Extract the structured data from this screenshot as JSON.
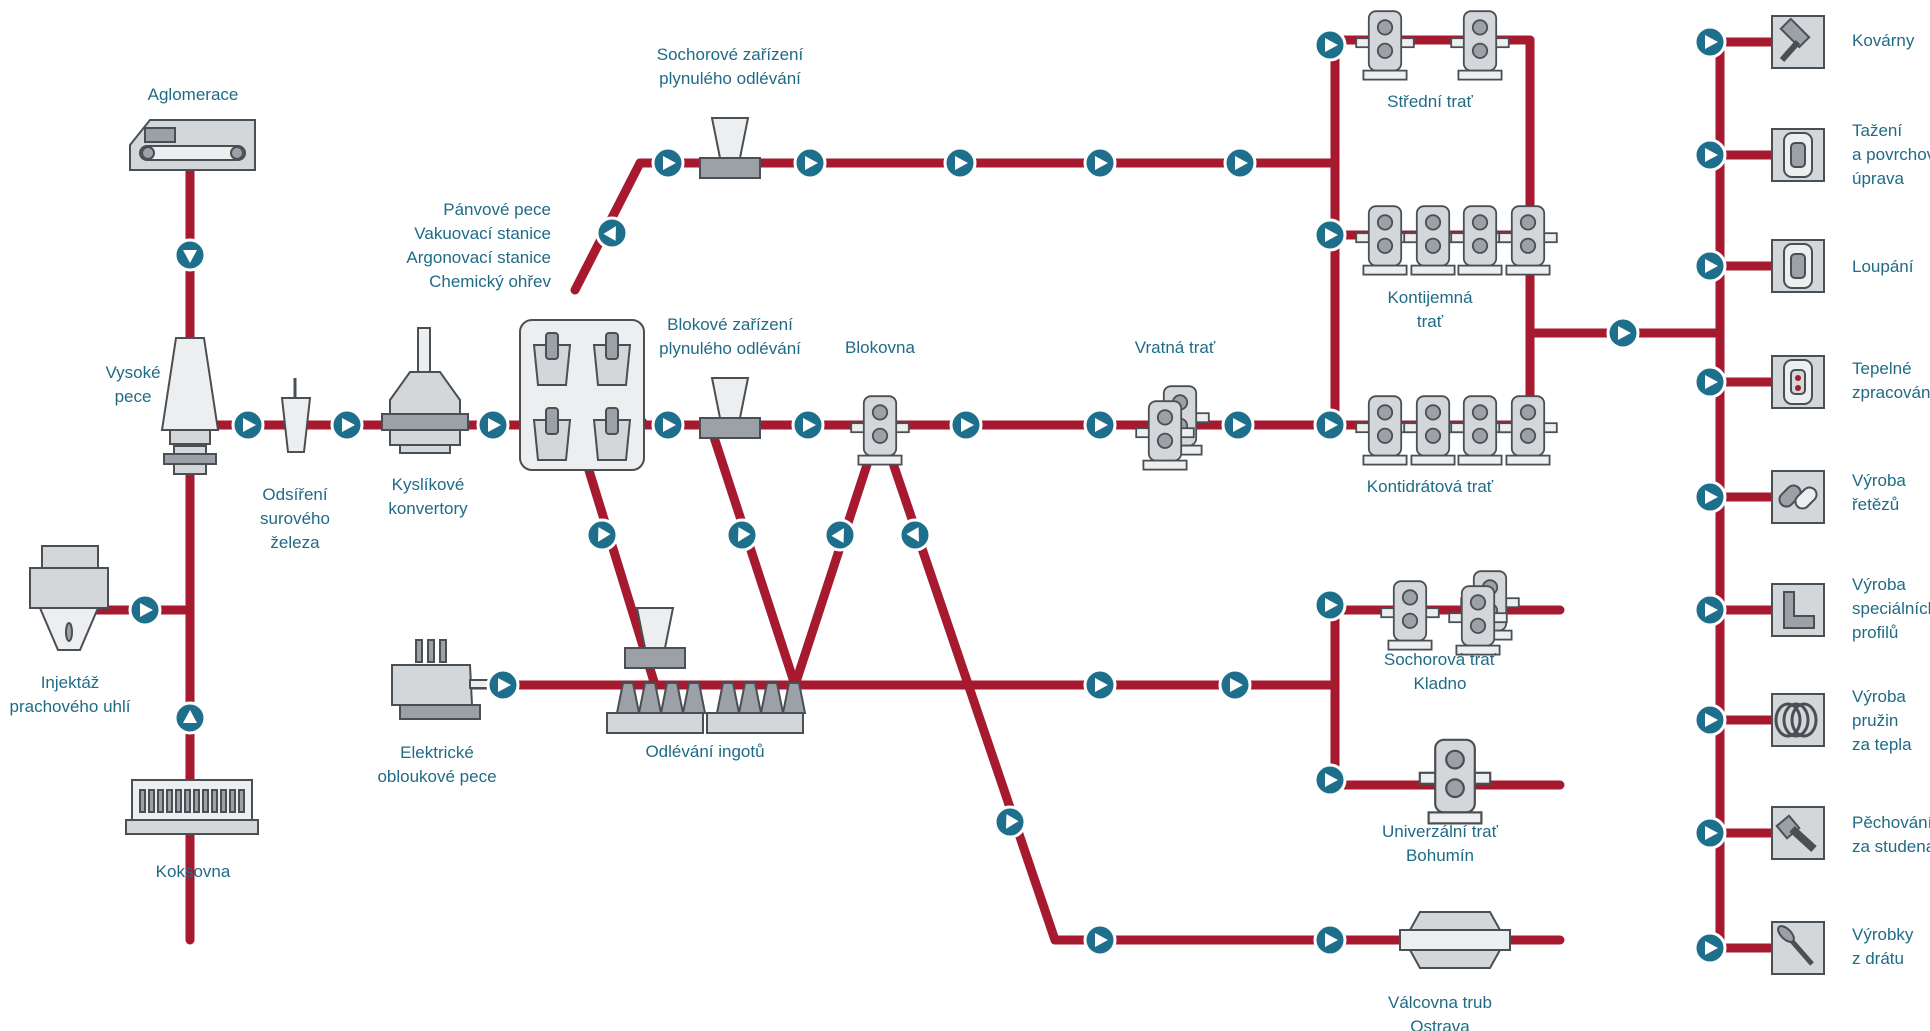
{
  "colors": {
    "pipe": "#a6192e",
    "node": "#1d6f8b",
    "label": "#1f6b86",
    "machine_fill": "#d4d7d9",
    "machine_stroke": "#4a4f54"
  },
  "labels": {
    "aglomerace": "Aglomerace",
    "vysoke_pece": [
      "Vysoké",
      "pece"
    ],
    "odsireni": [
      "Odsíření",
      "surového",
      "železa"
    ],
    "kyslikove": [
      "Kyslíkové",
      "konvertory"
    ],
    "pannove": [
      "Pánvové pece",
      "Vakuovací stanice",
      "Argonovací stanice",
      "Chemický ohřev"
    ],
    "sochorove_zarizeni": [
      "Sochorové zařízení",
      "plynulého odlévání"
    ],
    "blokove_zarizeni": [
      "Blokové zařízení",
      "plynulého odlévání"
    ],
    "blokovna": "Blokovna",
    "vratna": "Vratná trať",
    "stredni": "Střední trať",
    "kontijemna": [
      "Kontijemná",
      "trať"
    ],
    "kontidratova": "Kontidrátová trať",
    "injektaz": [
      "Injektáž",
      "prachového uhlí"
    ],
    "koksovna": "Koksovna",
    "elektricke": [
      "Elektrické",
      "obloukové pece"
    ],
    "odlevani": "Odlévání ingotů",
    "sochorova_kladno": [
      "Sochorová trať",
      "Kladno"
    ],
    "univerzalni": [
      "Univerzální trať",
      "Bohumín"
    ],
    "valcovna": [
      "Válcovna trub",
      "Ostrava"
    ]
  },
  "products": [
    {
      "lines": [
        "Kovárny"
      ],
      "icon": "hammer-icon"
    },
    {
      "lines": [
        "Tažení",
        "a povrchová",
        "úprava"
      ],
      "icon": "drawing-die-icon"
    },
    {
      "lines": [
        "Loupání"
      ],
      "icon": "peeling-icon"
    },
    {
      "lines": [
        "Tepelné",
        "zpracování"
      ],
      "icon": "heat-treatment-icon"
    },
    {
      "lines": [
        "Výroba",
        "řetězů"
      ],
      "icon": "chain-icon"
    },
    {
      "lines": [
        "Výroba",
        "speciálních",
        "profilů"
      ],
      "icon": "profile-icon"
    },
    {
      "lines": [
        "Výroba",
        "pružin",
        "za tepla"
      ],
      "icon": "spring-icon"
    },
    {
      "lines": [
        "Pěchování",
        "za studena"
      ],
      "icon": "bolt-icon"
    },
    {
      "lines": [
        "Výrobky",
        "z drátu"
      ],
      "icon": "nail-icon"
    }
  ]
}
